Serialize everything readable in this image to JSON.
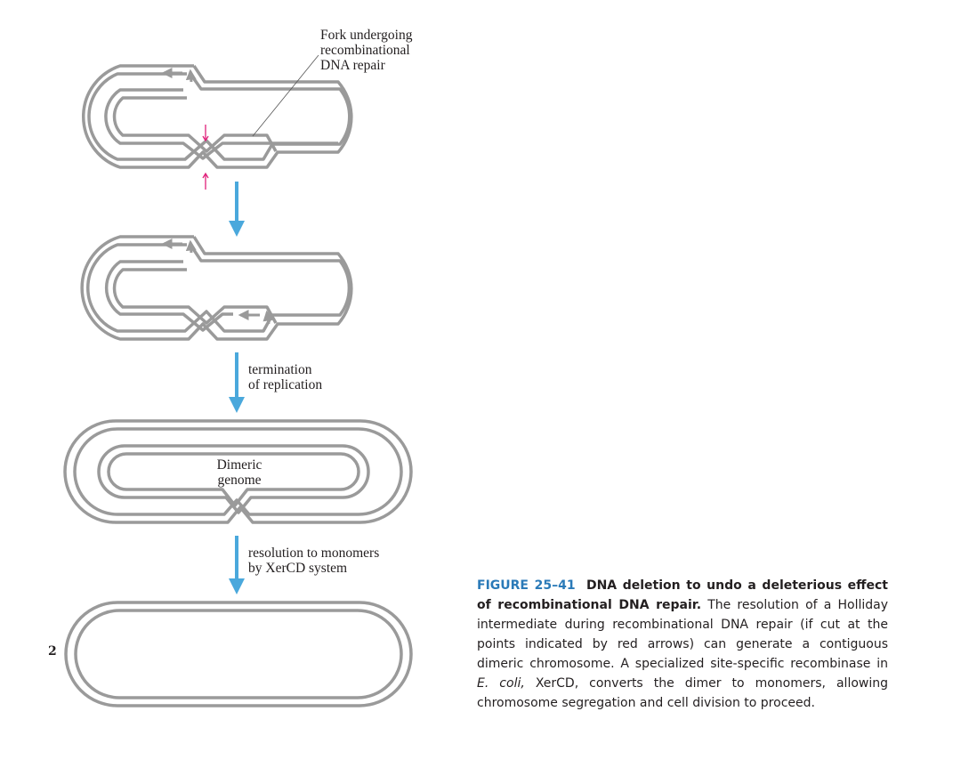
{
  "labels": {
    "fork": [
      "Fork undergoing",
      "recombinational",
      "DNA repair"
    ],
    "termination": [
      "termination",
      "of replication"
    ],
    "dimeric": [
      "Dimeric",
      "genome"
    ],
    "resolution": [
      "resolution to monomers",
      "by XerCD system"
    ],
    "number": "2"
  },
  "caption": {
    "figure": "FIGURE 25–41",
    "title": "DNA deletion to undo a deleterious effect of recombinational DNA repair.",
    "text_1": "The resolution of a Holliday intermediate during recombinational DNA repair (if cut at the points indicated by red arrows) can generate a contiguous dimeric chromosome. A specialized site-specific recombinase in",
    "italic": "E. coli,",
    "text_2": "XerCD, converts the dimer to monomers, allowing chromosome segregation and cell division to proceed."
  },
  "colors": {
    "dna": "#9a9a9a",
    "arrow": "#4aa8dc",
    "cut": "#e0207a",
    "caption_accent": "#2a7ab8"
  }
}
